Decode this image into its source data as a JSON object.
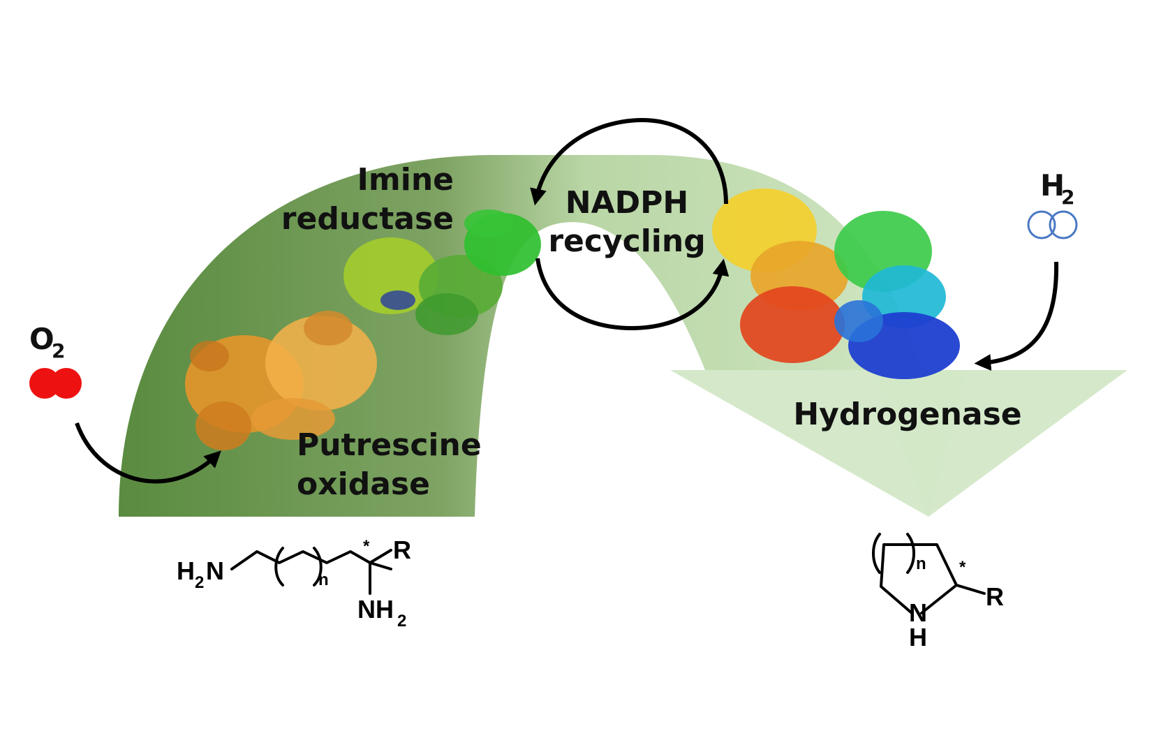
{
  "labels": {
    "imine_line1": "Imine",
    "imine_line2": "reductase",
    "nadph_line1": "NADPH",
    "nadph_line2": "recycling",
    "putrescine_line1": "Putrescine",
    "putrescine_line2": "oxidase",
    "hydrogenase": "Hydrogenase"
  },
  "gases": {
    "oxygen": {
      "symbol": "O",
      "subscript": "2",
      "color": "#ee1111"
    },
    "hydrogen": {
      "symbol": "H",
      "subscript": "2",
      "color": "#4a78c4"
    }
  },
  "substrate": {
    "amine_left_symbol": "H",
    "amine_left_sub": "2",
    "amine_left_tail": "N",
    "repeat_index": "n",
    "stereo_mark": "*",
    "substituent": "R",
    "amine_bottom_symbol": "NH",
    "amine_bottom_sub": "2"
  },
  "product": {
    "repeat_index": "n",
    "stereo_mark": "*",
    "substituent": "R",
    "ring_n": "N",
    "ring_h": "H"
  },
  "colors": {
    "arc_dark": "#5e8f45",
    "arc_light": "#cfe6c2",
    "putrescine_oxidase": "#e8952a",
    "imine_reductase_yellow": "#a4cc2c",
    "imine_reductase_green": "#2fbf2f",
    "hydrogenase_yellow": "#f3cf2e",
    "hydrogenase_red": "#e2461e",
    "hydrogenase_green": "#3ccb4a",
    "hydrogenase_cyan": "#1fb8d6",
    "hydrogenase_blue": "#1d3fd0"
  },
  "icons": [
    "curved-arrow-icon",
    "cycle-arrows-icon",
    "protein-structure-icon",
    "molecule-icon"
  ]
}
